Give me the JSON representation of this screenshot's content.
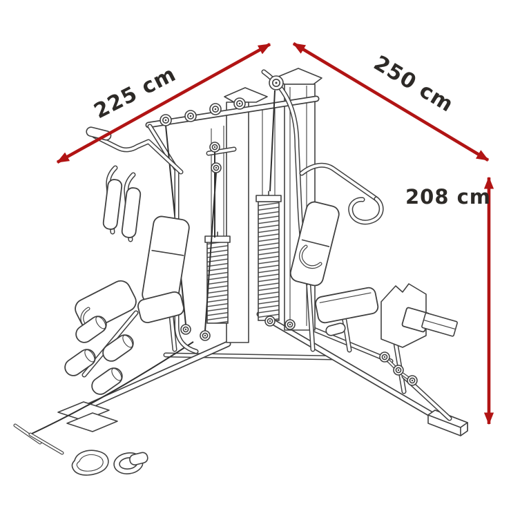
{
  "page": {
    "background_color": "#ffffff"
  },
  "diagram": {
    "subject": "Isometric line drawing of a multi-station home gym with twin weight-stack towers, press arms, lat bar, bench pads, leg developer rollers, calf/squat station and cable accessories",
    "line_color": "#404040",
    "annotation": {
      "arrow_color": "#b11414",
      "label_color": "#2d2a27"
    },
    "dimensions": {
      "depth": {
        "label": "225 cm",
        "value": 225,
        "unit": "cm",
        "placement": "upper-left diagonal"
      },
      "width": {
        "label": "250 cm",
        "value": 250,
        "unit": "cm",
        "placement": "upper-right diagonal"
      },
      "height": {
        "label": "208 cm",
        "value": 208,
        "unit": "cm",
        "placement": "right vertical"
      }
    }
  }
}
